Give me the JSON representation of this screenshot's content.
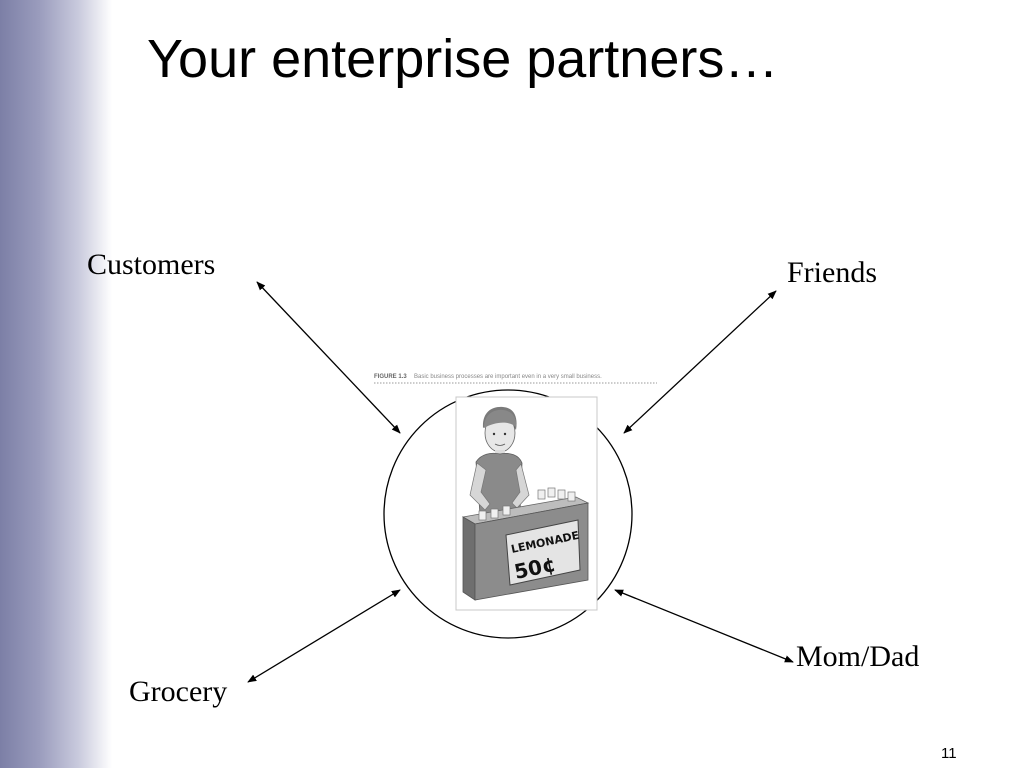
{
  "slide": {
    "title": "Your enterprise partners…",
    "slide_number": "11"
  },
  "diagram": {
    "center_image": "lemonade-stand-illustration",
    "figure_caption": {
      "label": "FIGURE 1.3",
      "text": "Basic business processes are important even in a very small business."
    },
    "sign": {
      "line1": "LEMONADE",
      "line2": "50¢"
    },
    "partners": [
      {
        "id": "customers",
        "label": "Customers"
      },
      {
        "id": "friends",
        "label": "Friends"
      },
      {
        "id": "grocery",
        "label": "Grocery"
      },
      {
        "id": "mom-dad",
        "label": "Mom/Dad"
      }
    ],
    "connector_style": "bidirectional-arrows"
  },
  "colors": {
    "sidebar_dark": "#7c7fa6",
    "sidebar_light": "#ffffff",
    "text": "#000000"
  }
}
